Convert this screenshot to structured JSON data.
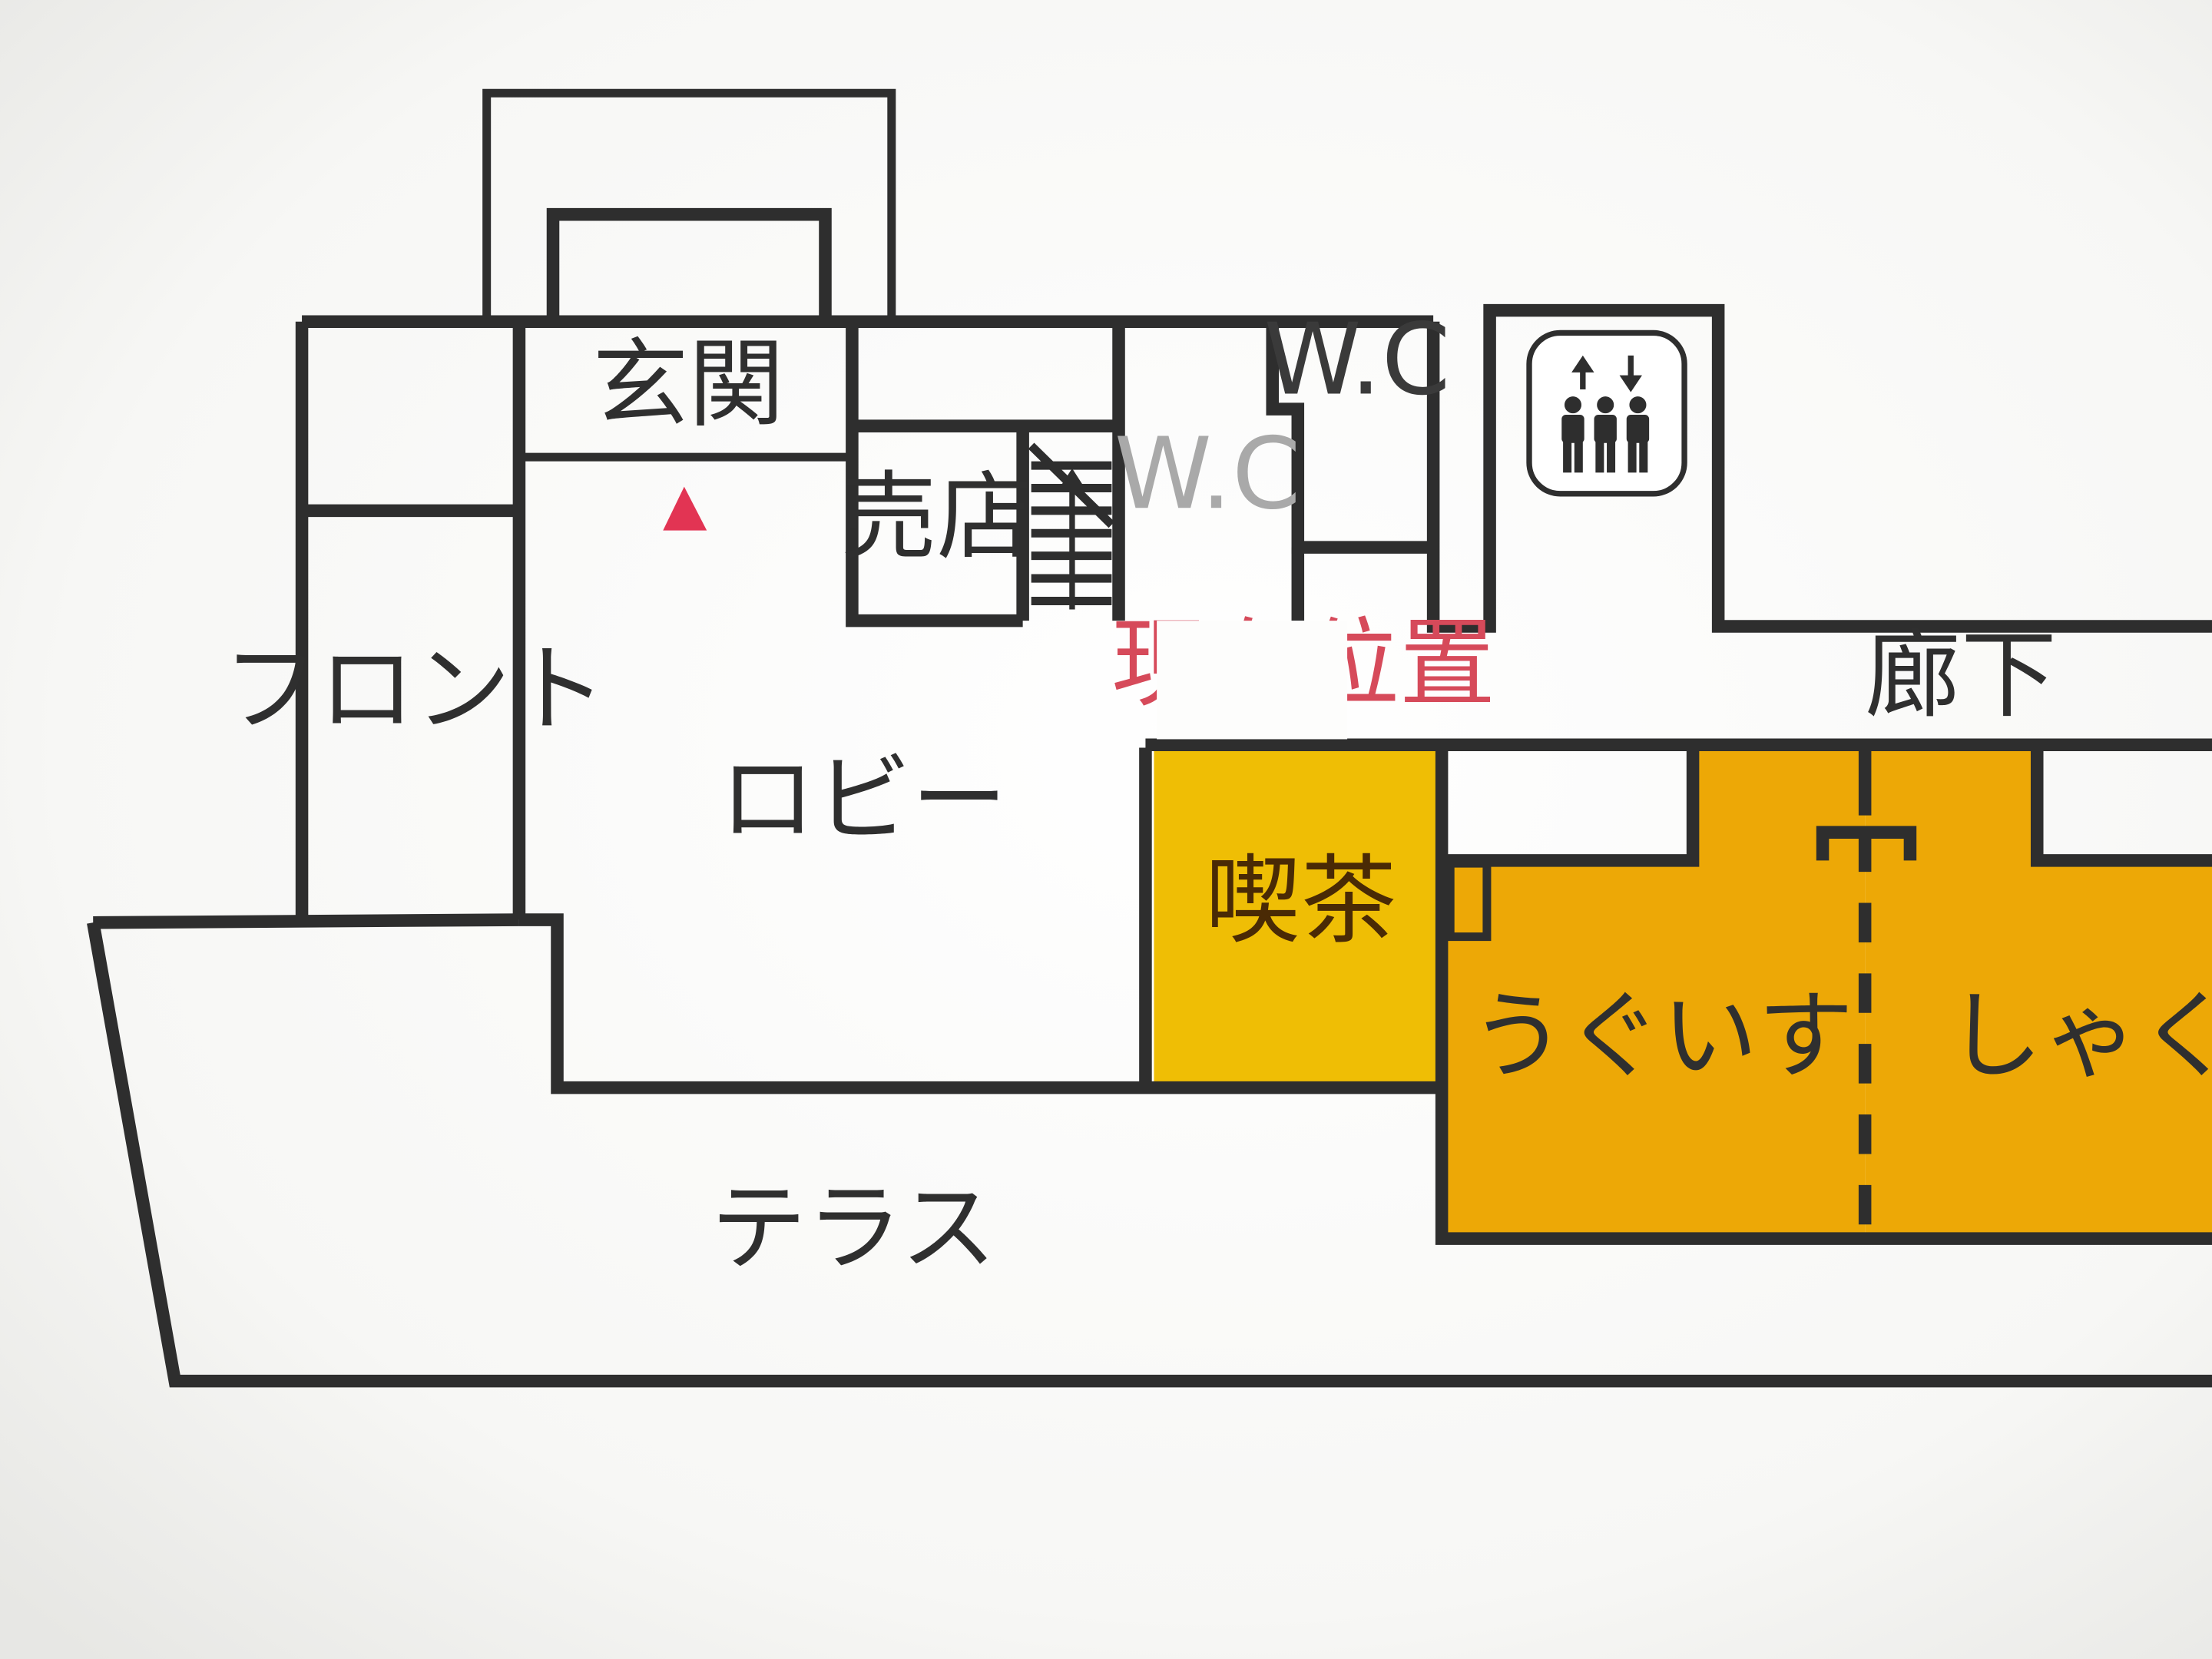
{
  "rooms": {
    "entrance": "玄関",
    "shop": "売店",
    "wc_1": "W.C",
    "wc_2": "W.C",
    "front_desk": "フロント",
    "lobby": "ロビー",
    "cafe": "喫茶",
    "uguisu": "うぐいす",
    "shakunage": "しゃくなげ",
    "terrace": "テラス",
    "corridor": "廊下"
  },
  "current_location_label": "現在位置",
  "icons": {
    "current_location_marker": "red-triangle",
    "elevator": "elevator-icon",
    "stairs": "stairs-up-arrow"
  },
  "colors": {
    "cafe": "#efbe05",
    "uguisu": "#eda806",
    "shakunage": "#eda806",
    "marker": "#e23453",
    "wall": "#2e2e2e"
  }
}
